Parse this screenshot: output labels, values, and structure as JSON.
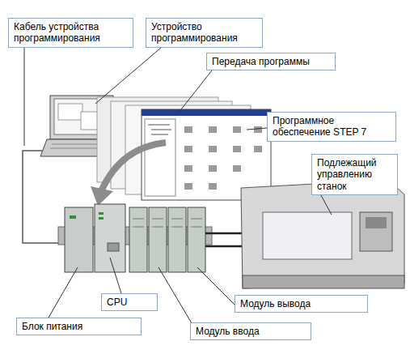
{
  "diagram": {
    "nodes": [
      {
        "text": [
          "Кабель устройства программирования"
        ]
      },
      {
        "text": [
          "Устройство программирования"
        ]
      },
      {
        "text": [
          "Передача программы"
        ]
      },
      {
        "text": [
          "Программное обеспечение STEP 7"
        ]
      },
      {
        "text": [
          "Подлежащий управлению станок"
        ]
      },
      {
        "text": [
          "CPU"
        ]
      },
      {
        "text": [
          "Модуль вывода"
        ]
      },
      {
        "text": [
          "Блок питания"
        ]
      },
      {
        "text": [
          "Модуль ввода"
        ]
      }
    ]
  }
}
